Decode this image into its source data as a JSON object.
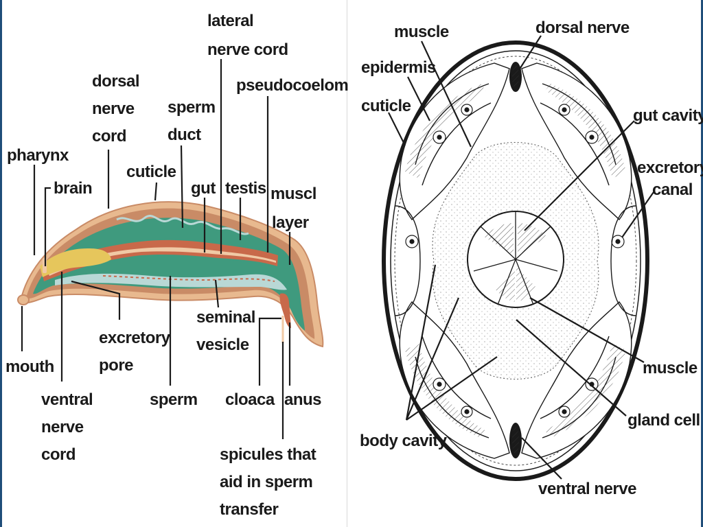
{
  "colors": {
    "frame": "#1f4e79",
    "text": "#1a1a1a",
    "cuticle": "#e8b98f",
    "body_outer": "#c98b66",
    "body_green": "#3f9a7e",
    "gut": "#c8694a",
    "gut_light": "#f0c9a5",
    "ventral_band": "#b9d8d6",
    "pharynx_yellow": "#e6c65c",
    "cross_section_line": "#1a1a1a"
  },
  "roundworm_longitudinal": {
    "labels": {
      "lateral_nerve_cord_1": "lateral",
      "lateral_nerve_cord_2": "nerve cord",
      "pseudocoelom": "pseudocoelom",
      "dorsal_nerve_cord_1": "dorsal",
      "dorsal_nerve_cord_2": "nerve",
      "dorsal_nerve_cord_3": "cord",
      "sperm_duct_1": "sperm",
      "sperm_duct_2": "duct",
      "pharynx": "pharynx",
      "cuticle": "cuticle",
      "gut": "gut",
      "testis": "testis",
      "muscle_layer_1": "muscl",
      "muscle_layer_2": "layer",
      "brain": "brain",
      "excretory_pore_1": "excretory",
      "excretory_pore_2": "pore",
      "seminal_vesicle_1": "seminal",
      "seminal_vesicle_2": "vesicle",
      "mouth": "mouth",
      "ventral_nerve_cord_1": "ventral",
      "ventral_nerve_cord_2": "nerve",
      "ventral_nerve_cord_3": "cord",
      "sperm": "sperm",
      "cloaca": "cloaca",
      "anus": "anus",
      "spicules_1": "spicules that",
      "spicules_2": "aid in sperm",
      "spicules_3": "transfer"
    }
  },
  "roundworm_cross_section": {
    "labels": {
      "muscle_top": "muscle",
      "dorsal_nerve": "dorsal nerve",
      "epidermis": "epidermis",
      "cuticle": "cuticle",
      "gut_cavity": "gut cavity",
      "excretory_canal_1": "excretory",
      "excretory_canal_2": "canal",
      "muscle_right": "muscle",
      "gland_cell": "gland cell",
      "body_cavity": "body cavity",
      "ventral_nerve": "ventral nerve"
    }
  }
}
